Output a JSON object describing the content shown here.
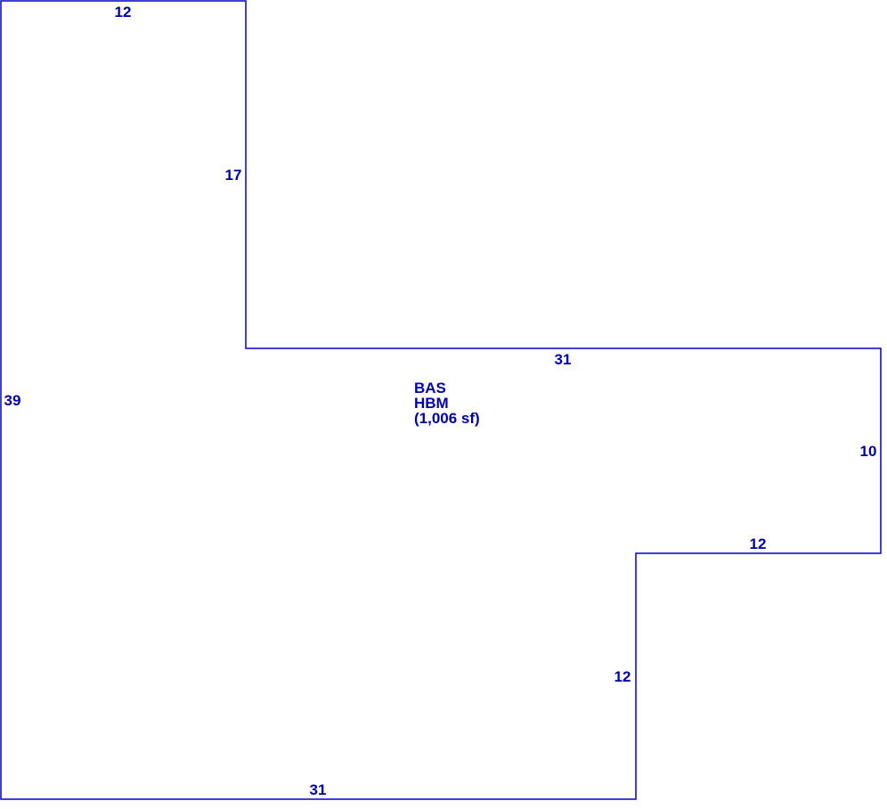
{
  "colors": {
    "line": "#0000cc",
    "text": "#0000aa",
    "background": "#ffffff"
  },
  "dimensions": {
    "top_left_width": "12",
    "inner_step_height": "17",
    "left_height": "39",
    "middle_width": "31",
    "right_height": "10",
    "lower_right_width": "12",
    "lower_step_height": "12",
    "bottom_width": "31"
  },
  "area": {
    "code": "BAS",
    "sub_code": "HBM",
    "size": "(1,006 sf)"
  }
}
